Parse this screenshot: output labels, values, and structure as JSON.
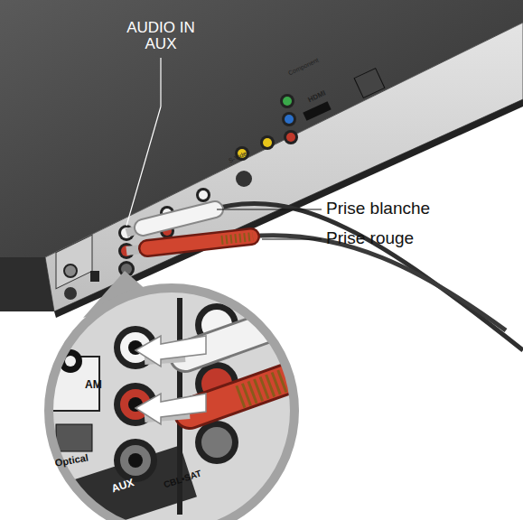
{
  "diagram": {
    "labels": [
      "AUDIO IN AUX",
      "Prise blanche",
      "Prise rouge",
      "HDMI",
      "Component",
      "S-Video",
      "Optical",
      "AUX",
      "CBL•SAT",
      "AM"
    ]
  }
}
